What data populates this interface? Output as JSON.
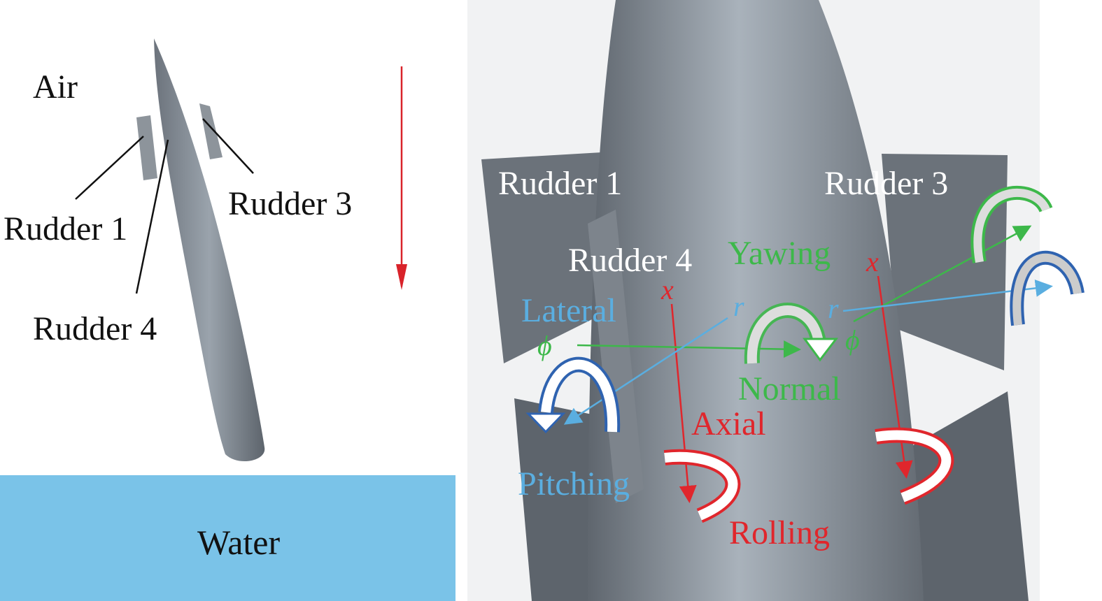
{
  "left_panel": {
    "air_label": "Air",
    "water_label": "Water",
    "rudder1_label": "Rudder 1",
    "rudder3_label": "Rudder 3",
    "rudder4_label": "Rudder 4",
    "water_color": "#7ac3e8",
    "arrow_color": "#d9232a"
  },
  "right_panel": {
    "rudder1_label": "Rudder 1",
    "rudder3_label": "Rudder 3",
    "rudder4_label": "Rudder 4",
    "yawing_label": "Yawing",
    "lateral_label": "Lateral",
    "normal_label": "Normal",
    "axial_label": "Axial",
    "pitching_label": "Pitching",
    "rolling_label": "Rolling",
    "x_symbol": "x",
    "r_symbol": "r",
    "phi_symbol": "ϕ",
    "colors": {
      "red": "#e0262c",
      "green": "#3db84a",
      "blue": "#5aaee0",
      "dark_blue": "#2f63b0",
      "white": "#ffffff"
    }
  }
}
